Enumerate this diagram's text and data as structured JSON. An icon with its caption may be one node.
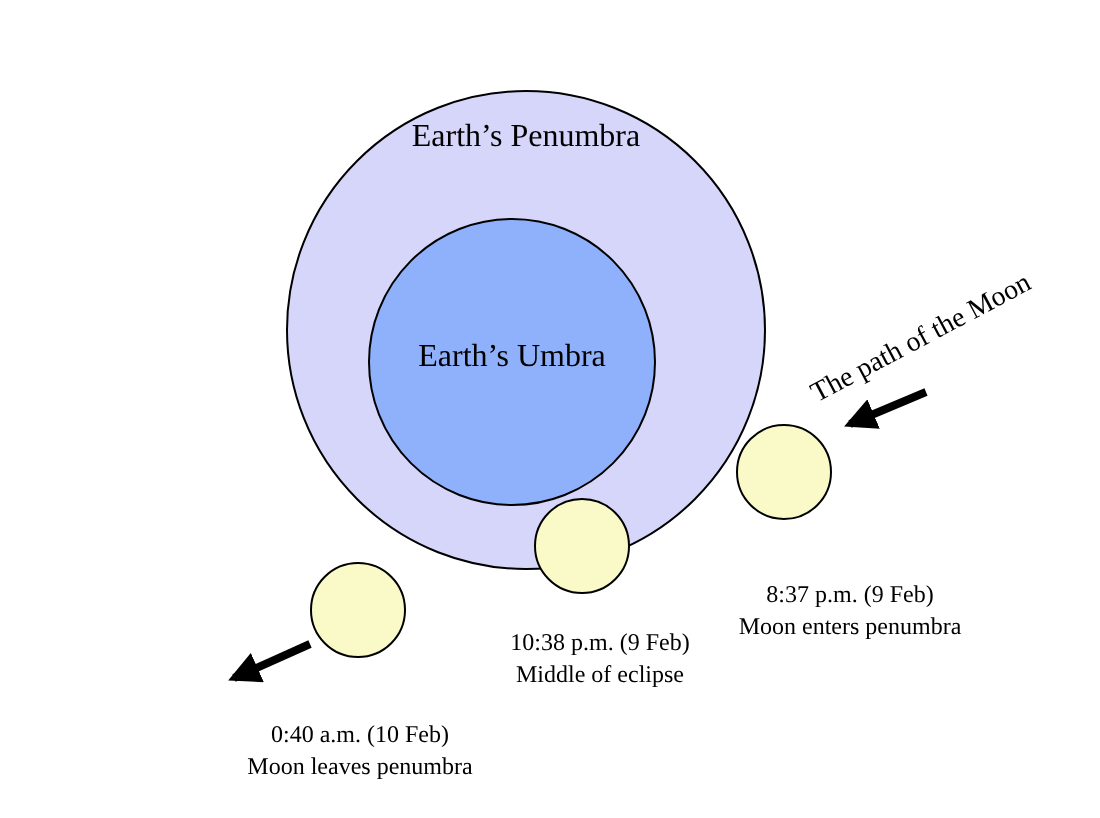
{
  "diagram": {
    "nodes": [
      {
        "text": [
          "Earth’s Penumbra"
        ]
      },
      {
        "text": [
          "Earth’s Umbra"
        ],
        "in": 0
      },
      {
        "text": [],
        "shape": "circle",
        "beside": [
          "0:40 a.m. (10 Feb)",
          "Moon leaves penumbra"
        ]
      },
      {
        "text": [],
        "shape": "circle",
        "beside": [
          "10:38 p.m. (9 Feb)",
          "Middle of eclipse"
        ]
      },
      {
        "text": [],
        "shape": "circle",
        "beside": [
          "8:37 p.m. (9 Feb)",
          "Moon enters penumbra"
        ]
      }
    ],
    "labels": [
      "The path of the Moon"
    ]
  }
}
